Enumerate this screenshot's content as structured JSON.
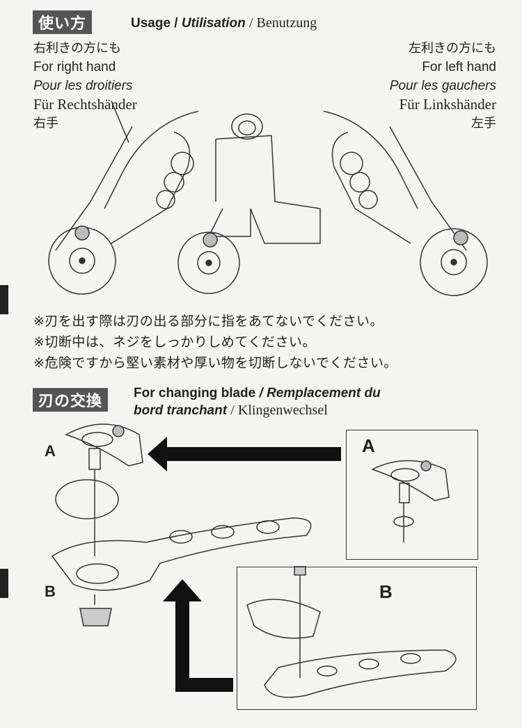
{
  "usage": {
    "badge": "使い方",
    "title_en": "Usage /",
    "title_fr": "Utilisation",
    "title_de": "/ Benutzung",
    "right_hand": {
      "jp": "右利きの方にも",
      "en": "For right hand",
      "fr": "Pour les droitiers",
      "de": "Für Rechtshänder",
      "jp_short": "右手"
    },
    "left_hand": {
      "jp": "左利きの方にも",
      "en": "For left hand",
      "fr": "Pour les gauchers",
      "de": "Für Linkshänder",
      "jp_short": "左手"
    }
  },
  "notes": [
    "※刃を出す際は刃の出る部分に指をあてないでください。",
    "※切断中は、ネジをしっかりしめてください。",
    "※危険ですから堅い素材や厚い物を切断しないでください。"
  ],
  "blade_change": {
    "badge": "刃の交換",
    "title_en": "For changing blade",
    "title_fr_1": "/ Remplacement du",
    "title_fr_2": "bord tranchant",
    "title_de": "/ Klingenwechsel",
    "labels": {
      "a": "A",
      "b": "B",
      "box_a": "A",
      "box_b": "B"
    }
  }
}
